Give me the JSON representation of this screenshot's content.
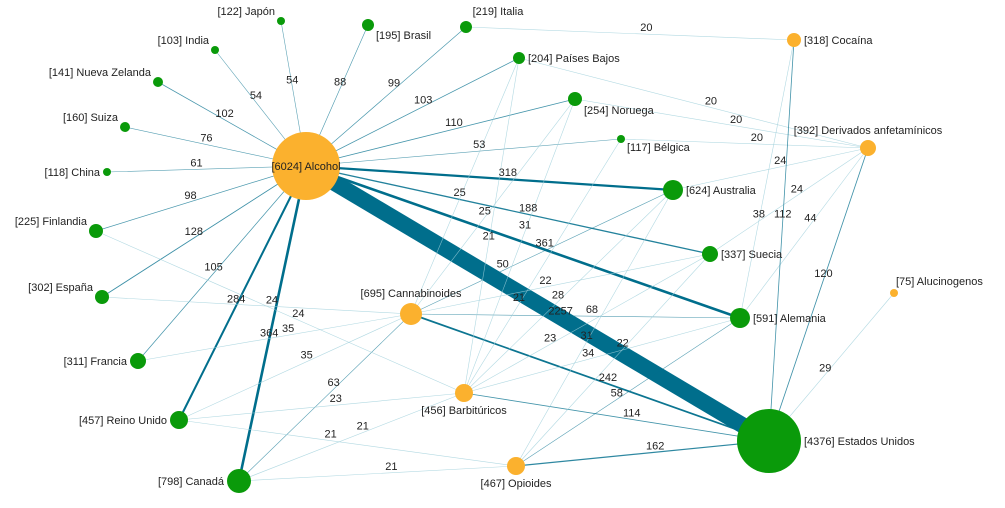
{
  "colors": {
    "substance": "#fbb12e",
    "country": "#0a9a0a",
    "edge_strong": "#006e8c",
    "edge_weak": "#9fcfdb"
  },
  "nodes": [
    {
      "id": "alcohol",
      "label": "[6024] Alcohol",
      "type": "substance"
    },
    {
      "id": "japon",
      "label": "[122] Japón",
      "type": "country"
    },
    {
      "id": "india",
      "label": "[103] India",
      "type": "country"
    },
    {
      "id": "brasil",
      "label": "[195] Brasil",
      "type": "country"
    },
    {
      "id": "italia",
      "label": "[219] Italia",
      "type": "country"
    },
    {
      "id": "nz",
      "label": "[141] Nueva Zelanda",
      "type": "country"
    },
    {
      "id": "pb",
      "label": "[204] Países Bajos",
      "type": "country"
    },
    {
      "id": "noruega",
      "label": "[254] Noruega",
      "type": "country"
    },
    {
      "id": "suiza",
      "label": "[160] Suiza",
      "type": "country"
    },
    {
      "id": "belgica",
      "label": "[117] Bélgica",
      "type": "country"
    },
    {
      "id": "china",
      "label": "[118] China",
      "type": "country"
    },
    {
      "id": "finlandia",
      "label": "[225] Finlandia",
      "type": "country"
    },
    {
      "id": "espana",
      "label": "[302] España",
      "type": "country"
    },
    {
      "id": "francia",
      "label": "[311] Francia",
      "type": "country"
    },
    {
      "id": "ru",
      "label": "[457] Reino Unido",
      "type": "country"
    },
    {
      "id": "canada",
      "label": "[798] Canadá",
      "type": "country"
    },
    {
      "id": "cocaina",
      "label": "[318] Cocaína",
      "type": "substance"
    },
    {
      "id": "derivados",
      "label": "[392] Derivados anfetamínicos",
      "type": "substance"
    },
    {
      "id": "australia",
      "label": "[624] Australia",
      "type": "country"
    },
    {
      "id": "suecia",
      "label": "[337] Suecia",
      "type": "country"
    },
    {
      "id": "alemania",
      "label": "[591] Alemania",
      "type": "country"
    },
    {
      "id": "cannabis",
      "label": "[695] Cannabinoides",
      "type": "substance"
    },
    {
      "id": "barbi",
      "label": "[456] Barbitúricos",
      "type": "substance"
    },
    {
      "id": "opioides",
      "label": "[467] Opioides",
      "type": "substance"
    },
    {
      "id": "eeuu",
      "label": "[4376] Estados Unidos",
      "type": "country"
    },
    {
      "id": "aluc",
      "label": "[75] Alucinogenos",
      "type": "substance"
    }
  ],
  "edges": [
    {
      "s": "alcohol",
      "t": "japon",
      "w": 54
    },
    {
      "s": "alcohol",
      "t": "india",
      "w": 54
    },
    {
      "s": "alcohol",
      "t": "brasil",
      "w": 88
    },
    {
      "s": "alcohol",
      "t": "italia",
      "w": 99
    },
    {
      "s": "alcohol",
      "t": "nz",
      "w": 102
    },
    {
      "s": "alcohol",
      "t": "pb",
      "w": 103
    },
    {
      "s": "alcohol",
      "t": "noruega",
      "w": 110
    },
    {
      "s": "alcohol",
      "t": "suiza",
      "w": 76
    },
    {
      "s": "alcohol",
      "t": "belgica",
      "w": 53
    },
    {
      "s": "alcohol",
      "t": "china",
      "w": 61
    },
    {
      "s": "alcohol",
      "t": "finlandia",
      "w": 98
    },
    {
      "s": "alcohol",
      "t": "espana",
      "w": 128
    },
    {
      "s": "alcohol",
      "t": "francia",
      "w": 105
    },
    {
      "s": "alcohol",
      "t": "ru",
      "w": 284
    },
    {
      "s": "alcohol",
      "t": "canada",
      "w": 364
    },
    {
      "s": "alcohol",
      "t": "australia",
      "w": 318
    },
    {
      "s": "alcohol",
      "t": "suecia",
      "w": 188
    },
    {
      "s": "alcohol",
      "t": "alemania",
      "w": 361
    },
    {
      "s": "alcohol",
      "t": "eeuu",
      "w": 2257
    },
    {
      "s": "italia",
      "t": "cocaina",
      "w": 20
    },
    {
      "s": "pb",
      "t": "derivados",
      "w": 20
    },
    {
      "s": "noruega",
      "t": "derivados",
      "w": 20
    },
    {
      "s": "belgica",
      "t": "derivados",
      "w": 20
    },
    {
      "s": "australia",
      "t": "derivados",
      "w": 24
    },
    {
      "s": "suecia",
      "t": "derivados",
      "w": 24
    },
    {
      "s": "alemania",
      "t": "derivados",
      "w": 44
    },
    {
      "s": "eeuu",
      "t": "derivados",
      "w": 120
    },
    {
      "s": "cocaina",
      "t": "alemania",
      "w": 38
    },
    {
      "s": "cocaina",
      "t": "eeuu",
      "w": 112
    },
    {
      "s": "aluc",
      "t": "eeuu",
      "w": 29
    },
    {
      "s": "cannabis",
      "t": "eeuu",
      "w": 242
    },
    {
      "s": "cannabis",
      "t": "alemania",
      "w": 68
    },
    {
      "s": "espana",
      "t": "cannabis",
      "w": 24
    },
    {
      "s": "francia",
      "t": "cannabis",
      "w": 35
    },
    {
      "s": "ru",
      "t": "cannabis",
      "w": 35
    },
    {
      "s": "canada",
      "t": "cannabis",
      "w": 63
    },
    {
      "s": "finlandia",
      "t": "barbi",
      "w": 24
    },
    {
      "s": "ru",
      "t": "barbi",
      "w": 23
    },
    {
      "s": "canada",
      "t": "barbi",
      "w": 21
    },
    {
      "s": "ru",
      "t": "opioides",
      "w": 21
    },
    {
      "s": "canada",
      "t": "opioides",
      "w": 21
    },
    {
      "s": "barbi",
      "t": "eeuu",
      "w": 114
    },
    {
      "s": "opioides",
      "t": "eeuu",
      "w": 162
    },
    {
      "s": "australia",
      "t": "cannabis",
      "w": 50
    },
    {
      "s": "australia",
      "t": "barbi",
      "w": 28
    },
    {
      "s": "australia",
      "t": "opioides",
      "w": 31
    },
    {
      "s": "suecia",
      "t": "cannabis",
      "w": 22
    },
    {
      "s": "suecia",
      "t": "barbi",
      "w": 23
    },
    {
      "s": "suecia",
      "t": "opioides",
      "w": 22
    },
    {
      "s": "alemania",
      "t": "barbi",
      "w": 34
    },
    {
      "s": "alemania",
      "t": "opioides",
      "w": 58
    },
    {
      "s": "pb",
      "t": "barbi",
      "w": 21
    },
    {
      "s": "noruega",
      "t": "cannabis",
      "w": 25
    },
    {
      "s": "noruega",
      "t": "barbi",
      "w": 31
    },
    {
      "s": "belgica",
      "t": "barbi",
      "w": 21
    },
    {
      "s": "pb",
      "t": "cannabis",
      "w": 25
    }
  ]
}
